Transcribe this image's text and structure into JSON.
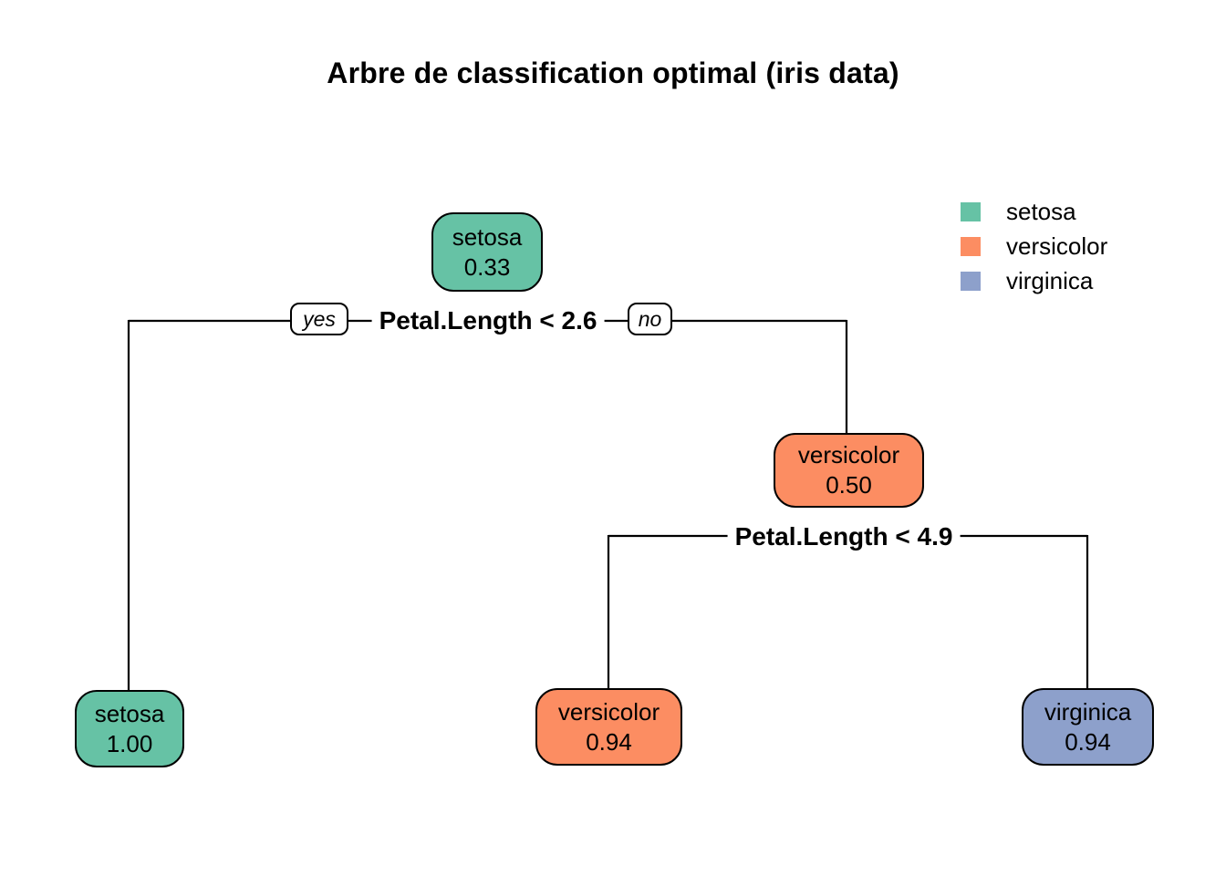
{
  "title": "Arbre de classification optimal (iris data)",
  "palette": {
    "setosa": "#66C2A5",
    "versicolor": "#FC8D62",
    "virginica": "#8DA0CB"
  },
  "legend": {
    "items": [
      {
        "label": "setosa",
        "color": "#66C2A5"
      },
      {
        "label": "versicolor",
        "color": "#FC8D62"
      },
      {
        "label": "virginica",
        "color": "#8DA0CB"
      }
    ]
  },
  "tree": {
    "nodes": {
      "root": {
        "label": "setosa",
        "value": "0.33",
        "color": "#66C2A5"
      },
      "right_internal": {
        "label": "versicolor",
        "value": "0.50",
        "color": "#FC8D62"
      },
      "leaf_left": {
        "label": "setosa",
        "value": "1.00",
        "color": "#66C2A5"
      },
      "leaf_middle": {
        "label": "versicolor",
        "value": "0.94",
        "color": "#FC8D62"
      },
      "leaf_right": {
        "label": "virginica",
        "value": "0.94",
        "color": "#8DA0CB"
      }
    },
    "splits": {
      "split1": {
        "condition": "Petal.Length < 2.6",
        "yes_label": "yes",
        "no_label": "no"
      },
      "split2": {
        "condition": "Petal.Length < 4.9"
      }
    }
  }
}
